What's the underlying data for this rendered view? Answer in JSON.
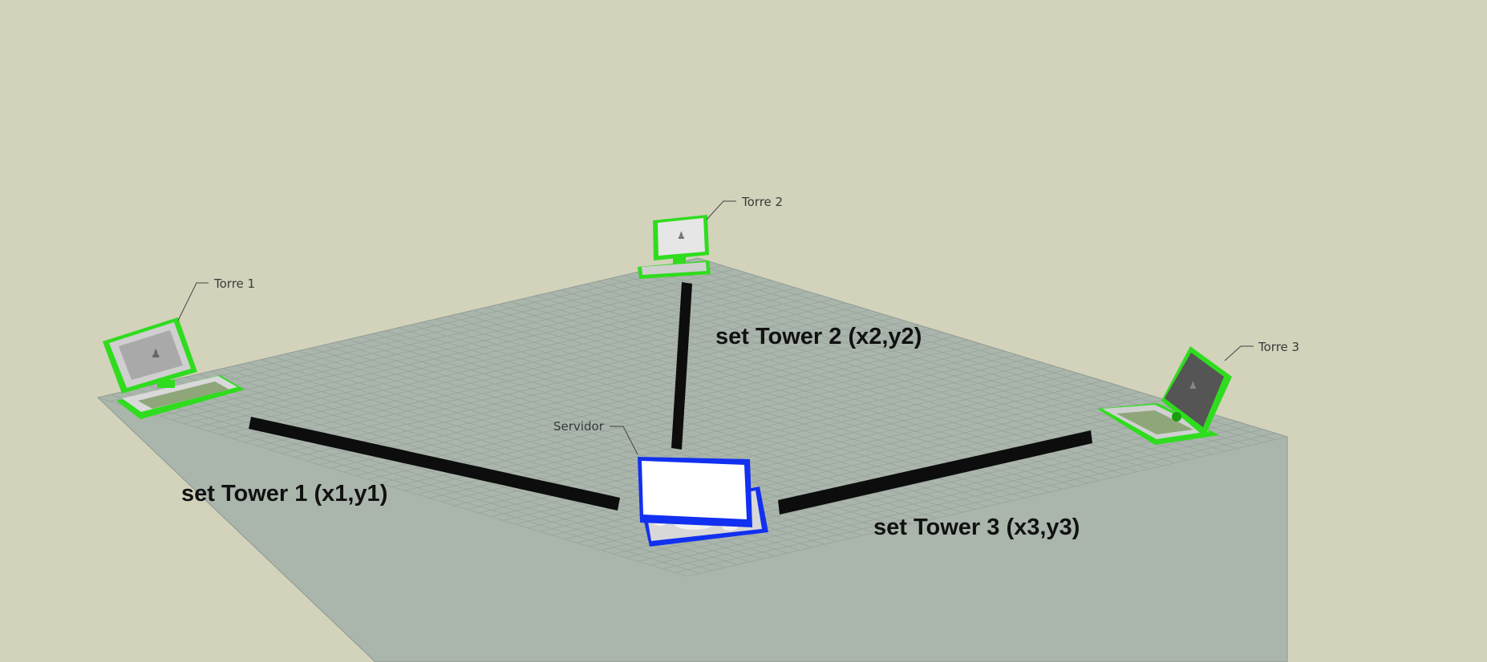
{
  "colors": {
    "background": "#d3d2bb",
    "floor": "#aab5ac",
    "grid": "#96a39a",
    "tower": "#2fdc1e",
    "server": "#1230f0",
    "link": "#0d0d0d"
  },
  "nodes": {
    "tower1": {
      "label": "Torre 1",
      "icon": "laptop-icon"
    },
    "tower2": {
      "label": "Torre 2",
      "icon": "laptop-icon"
    },
    "tower3": {
      "label": "Torre 3",
      "icon": "laptop-icon"
    },
    "server": {
      "label": "Servidor",
      "icon": "laptop-icon"
    }
  },
  "links": {
    "tower1": {
      "label": "set Tower 1 (x1,y1)"
    },
    "tower2": {
      "label": "set Tower 2 (x2,y2)"
    },
    "tower3": {
      "label": "set Tower 3 (x3,y3)"
    }
  }
}
